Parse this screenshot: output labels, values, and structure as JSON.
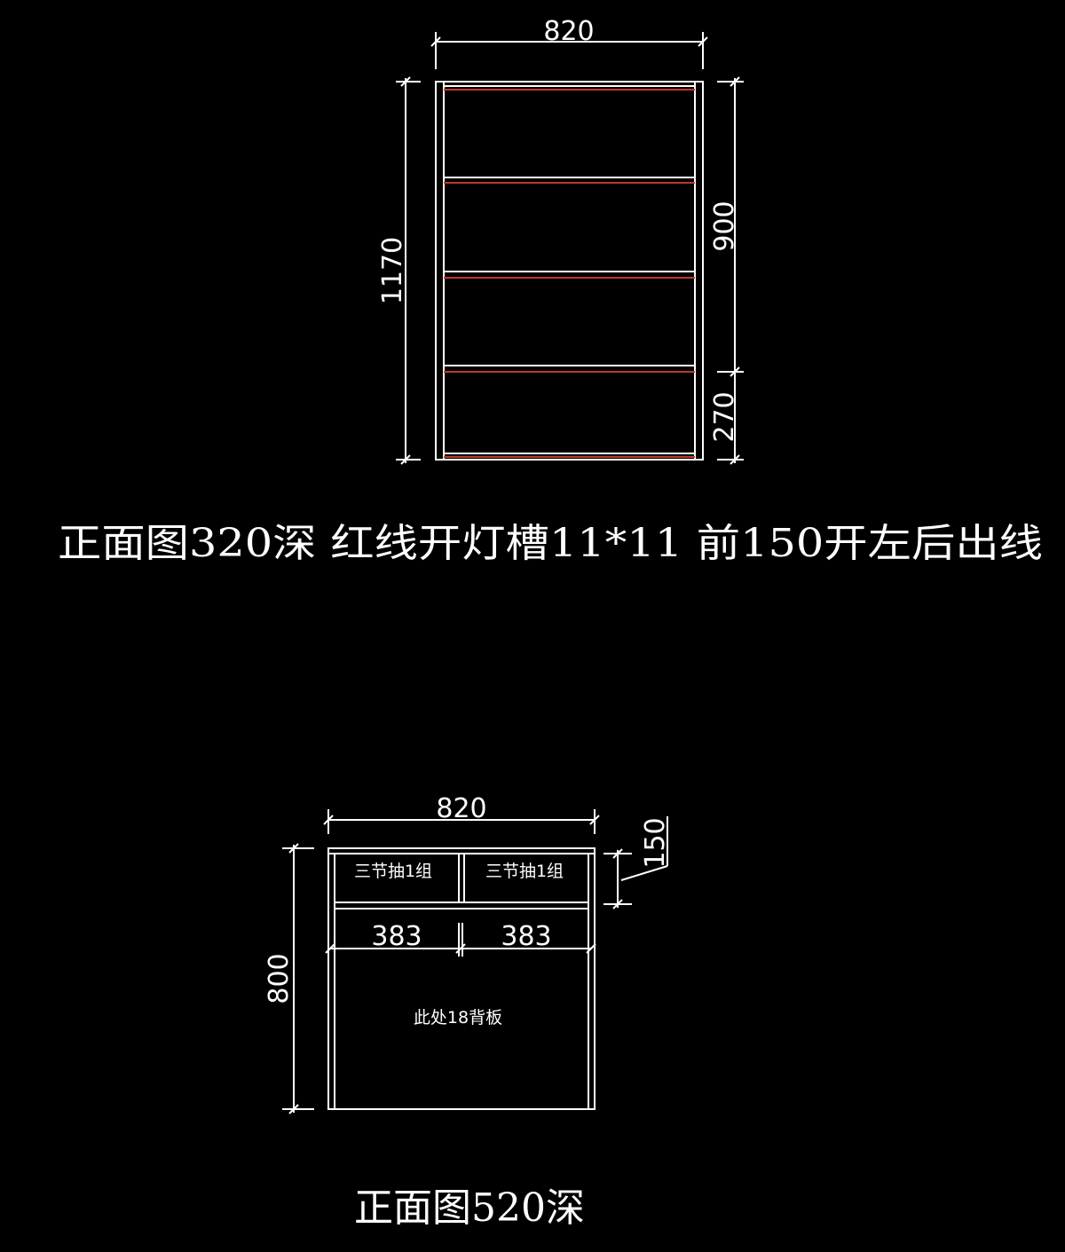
{
  "colors": {
    "line": "#ffffff",
    "light_groove": "#c0392b",
    "background": "#000000"
  },
  "upper_drawing": {
    "width_dim": "820",
    "height_dim": "1170",
    "upper_section_dim": "900",
    "lower_section_dim": "270",
    "caption": "正面图320深  红线开灯槽11*11  前150开左后出线"
  },
  "lower_drawing": {
    "width_dim": "820",
    "drawer_height_dim": "150",
    "height_dim": "800",
    "drawer_left_label": "三节抽1组",
    "drawer_right_label": "三节抽1组",
    "drawer_left_width": "383",
    "drawer_right_width": "383",
    "back_panel_note": "此处18背板",
    "caption": "正面图520深"
  }
}
